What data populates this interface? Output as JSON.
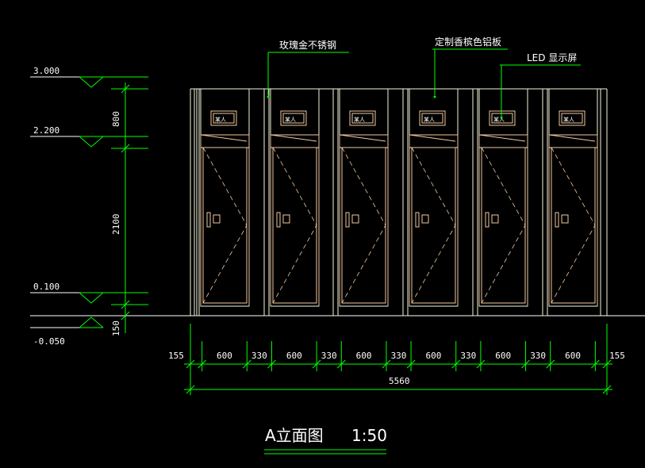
{
  "title": {
    "name": "A立面图",
    "scale": "1:50"
  },
  "annotations": {
    "material_frame": "玫瑰金不锈钢",
    "material_panel": "定制香槟色铝板",
    "screen": "LED 显示屏"
  },
  "levels": [
    {
      "label": "3.000"
    },
    {
      "label": "2.200"
    },
    {
      "label": "0.100"
    },
    {
      "label": "-0.050"
    }
  ],
  "vertical_dims": [
    "800",
    "2100",
    "150"
  ],
  "horizontal_dims": [
    "155",
    "600",
    "330",
    "600",
    "330",
    "600",
    "330",
    "600",
    "330",
    "600",
    "330",
    "600",
    "155"
  ],
  "total_width": "5560",
  "screen_text": "某人",
  "colors": {
    "outline": "#f5f5dc",
    "door": "#f0c8a0",
    "dimension": "#00ff00",
    "text": "#ffffff"
  },
  "locker_count": 6
}
